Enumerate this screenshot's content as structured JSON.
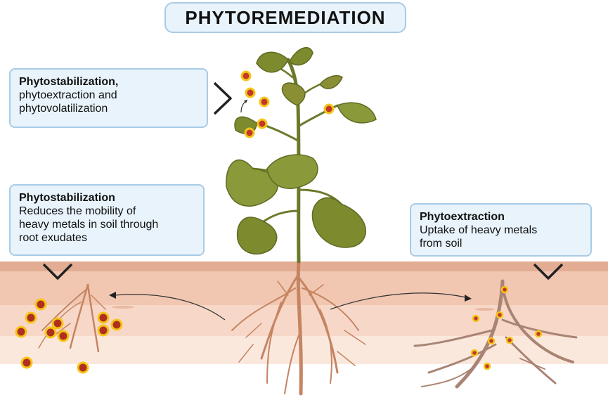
{
  "title": "PHYTOREMEDIATION",
  "boxes": {
    "upper": {
      "heading": "Phytostabilization,",
      "line1": "phytoextraction and",
      "line2": "phytovolatilization"
    },
    "left": {
      "heading": "Phytostabilization",
      "line1": "Reduces the mobility of",
      "line2": "heavy metals in soil through",
      "line3": "root exudates"
    },
    "right": {
      "heading": "Phytoextraction",
      "line1": "Uptake of heavy metals",
      "line2": "from soil"
    }
  },
  "colors": {
    "soil_top": "#e8b9a2",
    "soil_mid": "#f4d2c0",
    "soil_low": "#fbe6da",
    "root": "#c58462",
    "stem": "#6b7a2a",
    "leaf": "#8a8f36",
    "leaf_dark": "#5f6a22",
    "metal_core": "#c0392b",
    "metal_ring": "#f5c518",
    "box_fill": "#e8f3fb",
    "box_border": "#a9cbe6"
  }
}
